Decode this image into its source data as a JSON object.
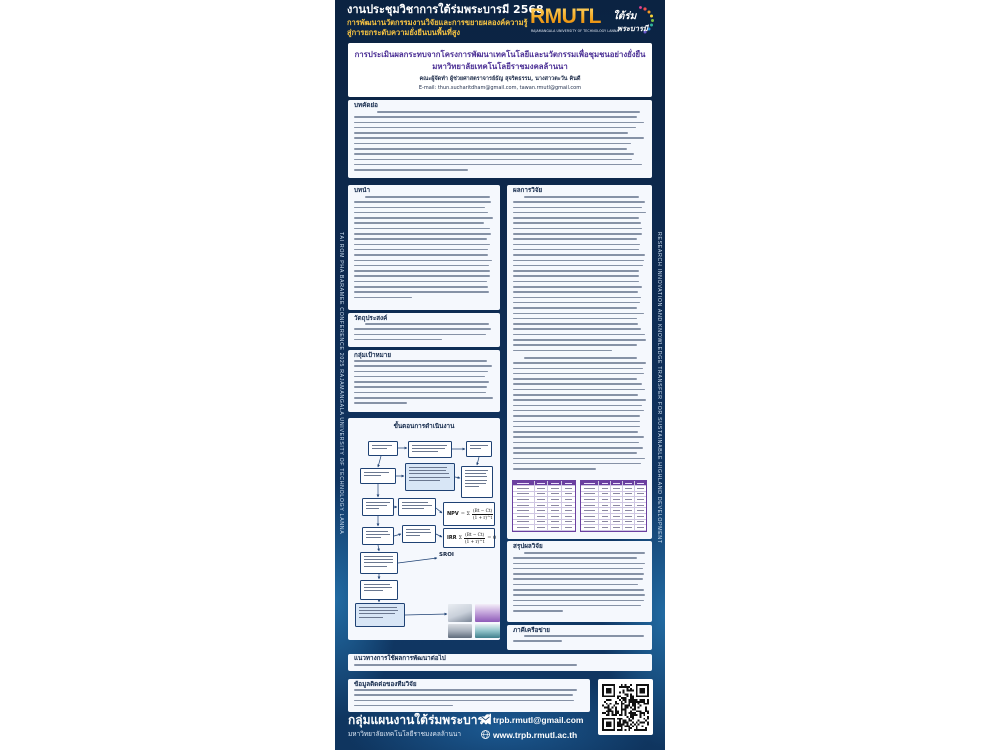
{
  "colors": {
    "accent_gold": "#f5c242",
    "title_purple": "#4b2f95",
    "table_header": "#6b3fa0",
    "panel_bg": "#f5f8fd",
    "heading_ink": "#13294b"
  },
  "header": {
    "title": "งานประชุมวิชาการใต้ร่มพระบารมี 2568",
    "subtitle_line1": "การพัฒนานวัตกรรมงานวิจัยและการขยายผลองค์ความรู้",
    "subtitle_line2": "สู่การยกระดับความยั่งยืนบนพื้นที่สูง",
    "logo_rmutl": "RMUTL",
    "logo_rmutl_sub": "RAJAMANGALA UNIVERSITY OF TECHNOLOGY LANNA",
    "logo_trpb_line1": "ใต้ร่ม",
    "logo_trpb_line2": "พระบารมี"
  },
  "side_text": {
    "left": "TAI ROM PHA BARAMEE CONFERENCE 2025 RAJAMANGALA UNIVERSITY OF TECHNOLOGY LANNA",
    "right": "RESEARCH INNOVATION AND KNOWLEDGE TRANSFER FOR SUSTAINABLE HIGHLAND DEVELOPMENT"
  },
  "title_block": {
    "title_line1": "การประเมินผลกระทบจากโครงการพัฒนาเทคโนโลยีและนวัตกรรมเพื่อชุมชนอย่างยั่งยืน",
    "title_line2": "มหาวิทยาลัยเทคโนโลยีราชมงคลล้านนา",
    "authors": "คณะผู้จัดทำ ผู้ช่วยศาสตราจารย์ธัญ สุจริตธรรม, นางสาวตะวัน คินดี",
    "email": "E-mail: thun.sucharitdham@gmail.com, tawan.rmutl@gmail.com"
  },
  "abstract": {
    "heading": "บทคัดย่อ"
  },
  "introduction": {
    "heading": "บทนำ"
  },
  "objectives": {
    "heading": "วัตถุประสงค์"
  },
  "target_group": {
    "heading": "กลุ่มเป้าหมาย"
  },
  "procedure": {
    "heading": "ขั้นตอนการดำเนินงาน",
    "formulas": {
      "npv_label": "NPV",
      "npv_sum": "= Σ",
      "npv_numerator": "(Bt − Ct)",
      "npv_denominator": "(1 + r)^t",
      "irr_label": "IRR",
      "irr_sum": "Σ",
      "irr_numerator": "(Bt − Ct)",
      "irr_denominator": "(1 + r)^t",
      "irr_equals": "= 0",
      "sroi_label": "SROI"
    }
  },
  "results": {
    "heading": "ผลการวิจัย"
  },
  "conclusion": {
    "heading": "สรุปผลวิจัย"
  },
  "network": {
    "heading": "ภาคีเครือข่าย"
  },
  "future_use": {
    "heading": "แนวทางการใช้ผลการพัฒนาต่อไป"
  },
  "contact": {
    "heading": "ข้อมูลติดต่อของทีมวิจัย"
  },
  "footer": {
    "program": "กลุ่มแผนงานใต้ร่มพระบารมี",
    "university": "มหาวิทยาลัยเทคโนโลยีราชมงคลล้านนา",
    "email": "trpb.rmutl@gmail.com",
    "website": "www.trpb.rmutl.ac.th",
    "email_icon": "envelope-icon",
    "web_icon": "globe-icon"
  },
  "qr": {
    "icon": "qr-code-icon"
  }
}
